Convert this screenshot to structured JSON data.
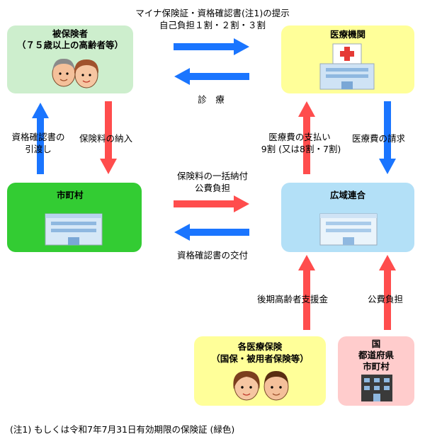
{
  "top_label_line1": "マイナ保険証・資格確認書(注1)の提示",
  "top_label_line2": "自己負担１割・２割・３割",
  "shinryo_label": "診　療",
  "insured": {
    "title": "被保険者",
    "subtitle": "（７５歳以上の高齢者等）"
  },
  "hospital": {
    "title": "医療機関"
  },
  "municipality": {
    "title": "市町村"
  },
  "union": {
    "title": "広域連合"
  },
  "insurers": {
    "title": "各医療保険",
    "subtitle": "（国保・被用者保険等）"
  },
  "gov": {
    "line1": "国",
    "line2": "都道府県",
    "line3": "市町村"
  },
  "arrow_labels": {
    "cert_delivery_1": "資格確認書の",
    "cert_delivery_2": "引渡し",
    "premium_payment": "保険料の納入",
    "medical_payment_1": "医療費の支払い",
    "medical_payment_2": "9割 (又は8割・7割)",
    "medical_claim": "医療費の請求",
    "bulk_payment_1": "保険料の一括納付",
    "bulk_payment_2": "公費負担",
    "cert_issue": "資格確認書の交付",
    "support_fund": "後期高齢者支援金",
    "public_burden": "公費負担"
  },
  "footnote": "(注1) もしくは令和7年7月31日有効期限の保険証 (緑色)",
  "colors": {
    "insured_box": "#cdeecd",
    "hospital_box": "#ffff99",
    "municipality_box": "#33cc33",
    "union_box": "#b3e0f7",
    "insurers_box": "#ffff99",
    "gov_box": "#ffcccc",
    "arrow_blue": "#1a75ff",
    "arrow_red": "#ff4d4d"
  }
}
